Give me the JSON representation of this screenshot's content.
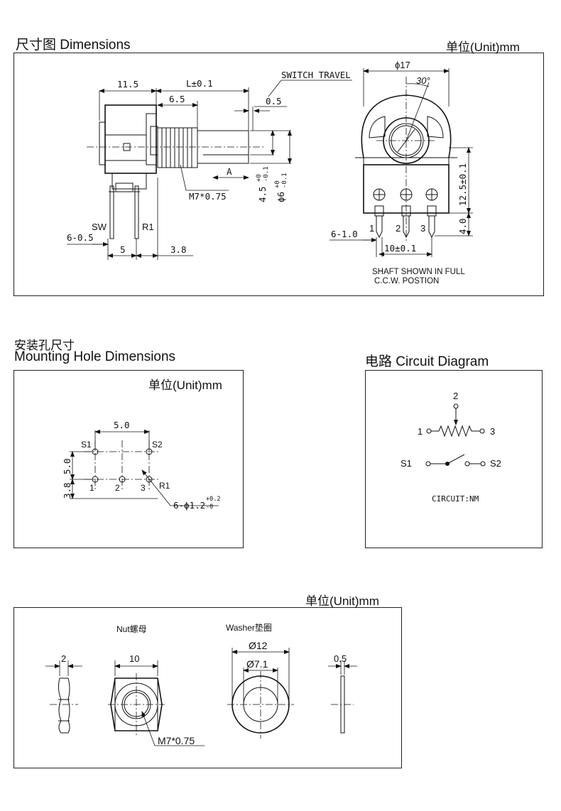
{
  "dimensions_section": {
    "title": "尺寸图  Dimensions",
    "unit": "单位(Unit)mm",
    "labels": {
      "d_11_5": "11.5",
      "d_L": "L±0.1",
      "d_6_5": "6.5",
      "switch_travel": "SWITCH TRAVEL",
      "d_0_5": "0.5",
      "d_A": "A",
      "thread": "M7*0.75",
      "d_4_5": "4.5",
      "d_4_5_tol_up": "+0",
      "d_4_5_tol_dn": "-0.1",
      "d_phi6": "ϕ6",
      "d_phi6_tol_up": "+0",
      "d_phi6_tol_dn": "-0.1",
      "sw": "SW",
      "r1": "R1",
      "d_6_0_5": "6-0.5",
      "d_5": "5",
      "d_3_8": "3.8",
      "d_phi17": "ϕ17",
      "d_30": "30°",
      "d_12_5": "12.5±0.1",
      "d_4_0": "4.0",
      "d_6_1_0": "6-1.0",
      "d_10": "10±0.1",
      "pin1": "1",
      "pin2": "2",
      "pin3": "3",
      "note_line1": "SHAFT SHOWN IN FULL",
      "note_line2": "C.C.W. POSTION"
    }
  },
  "mounting_section": {
    "title_cn": "安装孔尺寸",
    "title_en": "Mounting Hole Dimensions",
    "unit": "单位(Unit)mm",
    "labels": {
      "d_5_0_top": "5.0",
      "s1": "S1",
      "s2": "S2",
      "d_5_0_side": "5.0",
      "d_3_8": "3.8",
      "p1": "1",
      "p2": "2",
      "p3": "3",
      "r1": "R1",
      "holes": "6-ϕ1.2",
      "holes_tol_up": "+0.2",
      "holes_tol_dn": "-0"
    }
  },
  "circuit_section": {
    "title": "电路 Circuit Diagram",
    "labels": {
      "t2": "2",
      "t1": "1",
      "t3": "3",
      "s1": "S1",
      "s2": "S2",
      "circuit": "CIRCUIT:NM"
    }
  },
  "hardware_section": {
    "unit": "单位(Unit)mm",
    "nut_label": "Nut螺母",
    "washer_label": "Washer垫圈",
    "labels": {
      "nut_thick": "2",
      "nut_width": "10",
      "nut_thread": "M7*0.75",
      "washer_od": "Ø12",
      "washer_id": "Ø7.1",
      "washer_thick": "0.5"
    }
  }
}
